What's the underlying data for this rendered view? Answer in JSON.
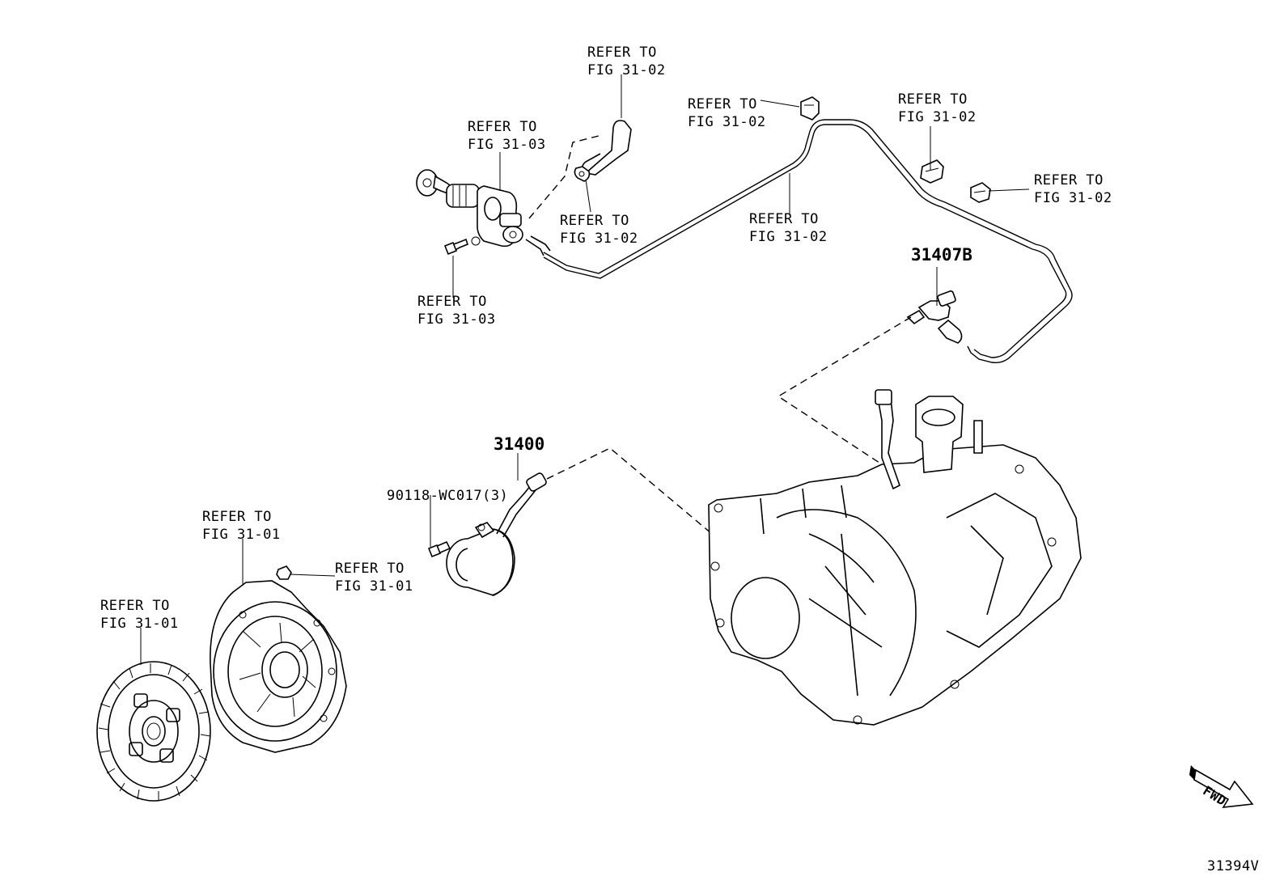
{
  "diagram": {
    "domain": "Diagram",
    "refs": {
      "r_top_hose": [
        "REFER TO",
        "FIG 31-02"
      ],
      "r_master_cyl": [
        "REFER TO",
        "FIG 31-03"
      ],
      "r_bolt_mc": [
        "REFER TO",
        "FIG 31-03"
      ],
      "r_clip_small": [
        "REFER TO",
        "FIG 31-02"
      ],
      "r_clip_top": [
        "REFER TO",
        "FIG 31-02"
      ],
      "r_tube": [
        "REFER TO",
        "FIG 31-02"
      ],
      "r_clip_right1": [
        "REFER TO",
        "FIG 31-02"
      ],
      "r_clip_right2": [
        "REFER TO",
        "FIG 31-02"
      ],
      "r_cover": [
        "REFER TO",
        "FIG 31-01"
      ],
      "r_cover_bolt": [
        "REFER TO",
        "FIG 31-01"
      ],
      "r_disc": [
        "REFER TO",
        "FIG 31-01"
      ]
    },
    "part_numbers": {
      "p_31407b": "31407B",
      "p_31400": "31400",
      "p_bolt": "90118-WC017(3)"
    },
    "fwd_label": "FWD",
    "figure_code": "31394V"
  }
}
